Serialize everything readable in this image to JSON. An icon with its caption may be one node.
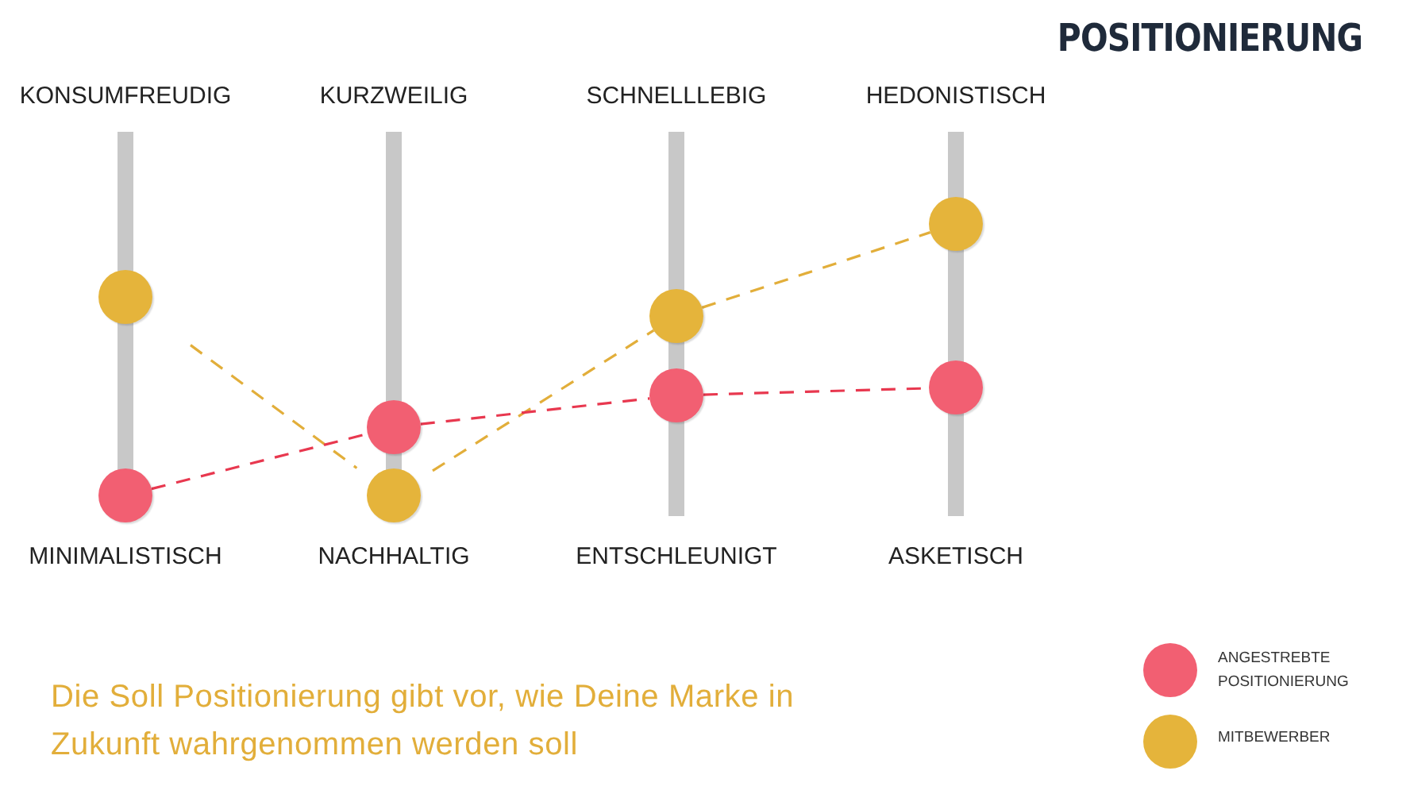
{
  "diagram": {
    "title": "POSITIONIERUNG",
    "caption": "Die Soll Positionierung gibt vor, wie Deine Marke in Zukunft wahrgenommen werden soll",
    "nodes": [
      {
        "text": [],
        "shape": "circle"
      },
      {
        "text": [],
        "shape": "circle"
      },
      {
        "text": [],
        "shape": "circle"
      },
      {
        "text": [],
        "shape": "circle"
      },
      {
        "text": [],
        "shape": "circle"
      },
      {
        "text": [],
        "shape": "circle"
      },
      {
        "text": [],
        "shape": "circle"
      },
      {
        "text": [],
        "shape": "circle"
      }
    ],
    "edges": [
      {
        "from": 0,
        "to": 3,
        "arrow": "none",
        "style": "dashed",
        "color": "#e2ae3a"
      },
      {
        "from": 3,
        "to": 4,
        "arrow": "none",
        "style": "dashed",
        "color": "#e2ae3a"
      },
      {
        "from": 4,
        "to": 6,
        "arrow": "none",
        "style": "dashed",
        "color": "#e2ae3a"
      },
      {
        "from": 1,
        "to": 2,
        "arrow": "none",
        "style": "dashed",
        "color": "#e8384f"
      },
      {
        "from": 2,
        "to": 5,
        "arrow": "none",
        "style": "dashed",
        "color": "#e8384f"
      },
      {
        "from": 5,
        "to": 7,
        "arrow": "none",
        "style": "dashed",
        "color": "#e8384f"
      }
    ],
    "labels": [
      "KONSUMFREUDIG",
      "KURZWEILIG",
      "SCHNELLLEBIG",
      "HEDONISTISCH",
      "MINIMALISTISCH",
      "NACHHALTIG",
      "ENTSCHLEUNIGT",
      "ASKETISCH"
    ],
    "legend": [
      {
        "text": "ANGESTREBTE POSITIONIERUNG",
        "color": "#f25f72"
      },
      {
        "text": "MITBEWERBER",
        "color": "#e5b43b"
      }
    ]
  }
}
